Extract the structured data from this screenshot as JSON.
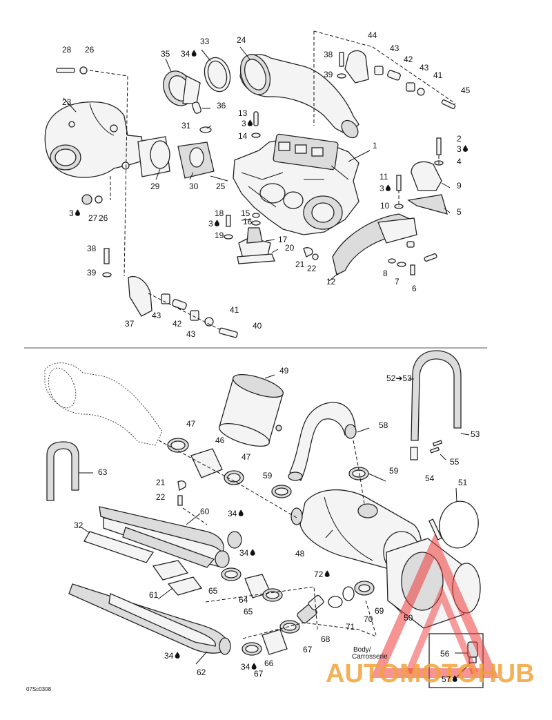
{
  "diagram": {
    "figure_code": "07Sc0308",
    "watermark": "AUTOMOTOHUB",
    "body_label": [
      "Body/",
      "Carrosserie"
    ],
    "labels": {
      "1": "1",
      "2": "2",
      "3": "3",
      "4": "4",
      "5": "5",
      "6": "6",
      "7": "7",
      "8": "8",
      "9": "9",
      "10": "10",
      "11": "11",
      "12": "12",
      "13": "13",
      "14": "14",
      "15": "15",
      "16": "16",
      "17": "17",
      "18": "18",
      "19": "19",
      "20": "20",
      "21": "21",
      "22": "22",
      "23": "23",
      "24": "24",
      "25": "25",
      "26": "26",
      "27": "27",
      "28": "28",
      "29": "29",
      "30": "30",
      "31": "31",
      "32": "32",
      "33": "33",
      "34": "34",
      "35": "35",
      "36": "36",
      "37": "37",
      "38": "38",
      "39": "39",
      "40": "40",
      "41": "41",
      "42": "42",
      "43": "43",
      "44": "44",
      "45": "45",
      "46": "46",
      "47": "47",
      "48": "48",
      "49": "49",
      "50": "50",
      "51": "51",
      "52_53": "52➔53",
      "53": "53",
      "54": "54",
      "55": "55",
      "56": "56",
      "57": "57",
      "58": "58",
      "59": "59",
      "60": "60",
      "61": "61",
      "62": "62",
      "63": "63",
      "64": "64",
      "65": "65",
      "66": "66",
      "67": "67",
      "68": "68",
      "69": "69",
      "70": "70",
      "71": "71",
      "72": "72"
    }
  }
}
